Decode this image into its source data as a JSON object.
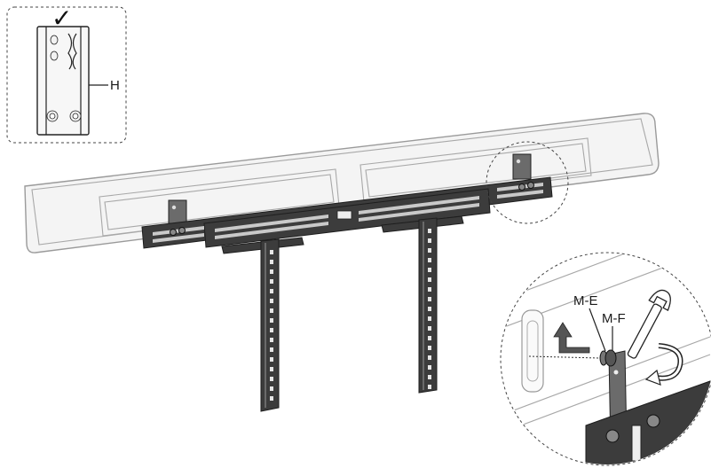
{
  "labels": {
    "inset_bracket": "H",
    "washer": "M-E",
    "bolt": "M-F"
  },
  "inset": {
    "check_mark": "✓"
  },
  "icons": [
    "checkmark-icon",
    "wrench-icon",
    "rotate-arrow-icon",
    "up-arrow-icon"
  ]
}
